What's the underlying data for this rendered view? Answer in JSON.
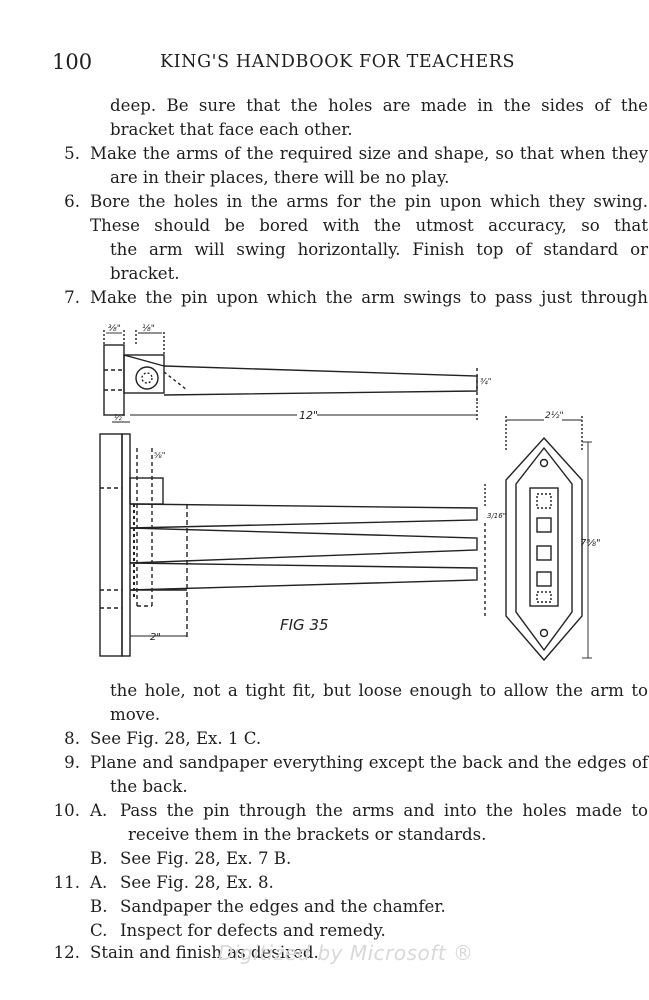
{
  "header": {
    "page_number": "100",
    "title": "KING'S HANDBOOK FOR TEACHERS"
  },
  "lines_top": [
    {
      "num": "",
      "text": "deep.  Be sure that the holes are made in the sides of the",
      "indent": "cont",
      "justify": true
    },
    {
      "num": "",
      "text": "bracket that face each other.",
      "indent": "cont",
      "justify": false
    },
    {
      "num": "5.",
      "text": "Make the arms of the required size and shape, so that when they",
      "indent": "main",
      "justify": true
    },
    {
      "num": "",
      "text": "are in their places, there will be no play.",
      "indent": "cont",
      "justify": false
    },
    {
      "num": "6.",
      "text": "Bore the holes in the arms for the pin upon which they swing.",
      "indent": "main",
      "justify": true
    },
    {
      "num": "",
      "text": "These should be bored with the utmost accuracy, so that",
      "indent": "main",
      "justify": true
    },
    {
      "num": "",
      "text": "the arm will swing horizontally.  Finish top of standard or",
      "indent": "cont",
      "justify": true
    },
    {
      "num": "",
      "text": "bracket.",
      "indent": "cont",
      "justify": false
    },
    {
      "num": "7.",
      "text": "Make the pin upon which the arm swings to pass just through",
      "indent": "main",
      "justify": true
    }
  ],
  "figure": {
    "caption": "FIG 35",
    "dim_12": "12\"",
    "dim_2": "2\"",
    "dim_2_1_2": "2½\"",
    "dim_7_5_8": "7⅝\"",
    "dim_3_8": "⅜\"",
    "dim_1_8": "⅛\"",
    "dim_3_4": "¾\"",
    "dim_5_8": "⅝\"",
    "dim_1_2": "½\"",
    "dim_3_16": "3/16\""
  },
  "lines_bottom": [
    {
      "num": "",
      "text": "the hole, not a tight fit, but loose enough to allow the arm to",
      "indent": "cont",
      "justify": true
    },
    {
      "num": "",
      "text": "move.",
      "indent": "cont",
      "justify": false
    },
    {
      "num": "8.",
      "text": "See Fig. 28, Ex. 1 C.",
      "indent": "main",
      "justify": false
    },
    {
      "num": "9.",
      "text": "Plane and sandpaper everything except the back and the edges of",
      "indent": "main",
      "justify": true
    },
    {
      "num": "",
      "text": "the back.",
      "indent": "cont",
      "justify": false
    }
  ],
  "item10": {
    "num": "10.",
    "a_label": "A.",
    "a_text": "Pass the pin through the arms and into the holes made to",
    "a_cont": "receive them in the brackets or standards.",
    "b_label": "B.",
    "b_text": "See Fig. 28, Ex. 7 B."
  },
  "item11": {
    "num": "11.",
    "a_label": "A.",
    "a_text": "See Fig. 28, Ex. 8.",
    "b_label": "B.",
    "b_text": "Sandpaper the edges and the chamfer.",
    "c_label": "C.",
    "c_text": "Inspect for defects and remedy."
  },
  "item12": {
    "num": "12.",
    "text": "Stain and finish as desired."
  },
  "watermark": "Digitized by Microsoft ®"
}
